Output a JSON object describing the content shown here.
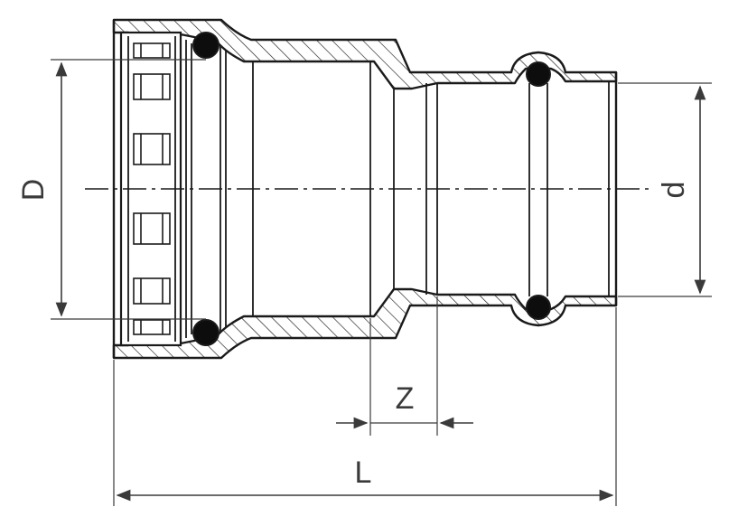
{
  "dimensions": {
    "outer_diameter_label": "D",
    "inner_diameter_label": "d",
    "insertion_label": "Z",
    "length_label": "L"
  }
}
